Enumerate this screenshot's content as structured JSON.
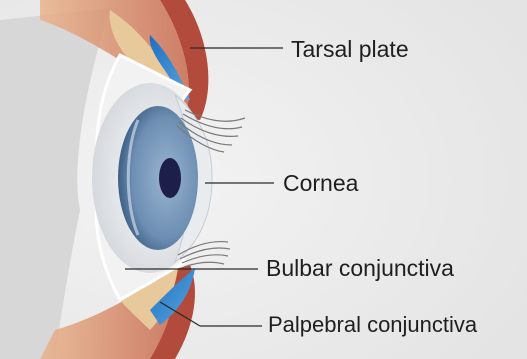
{
  "diagram": {
    "labels": {
      "tarsal_plate": "Tarsal plate",
      "cornea": "Cornea",
      "bulbar_conjunctiva": "Bulbar conjunctiva",
      "palpebral_conjunctiva": "Palpebral conjunctiva"
    },
    "colors": {
      "background": "#ececec",
      "eyelid_skin": "#d98a6a",
      "eyelid_rim": "#b24b3b",
      "tarsal_fat": "#e8c99b",
      "tarsal_blue": "#2e7fc6",
      "sclera": "#e6e8ea",
      "iris": "#6d8fb3",
      "pupil": "#1d1f4a",
      "leader_line": "#2a2a2a"
    }
  }
}
